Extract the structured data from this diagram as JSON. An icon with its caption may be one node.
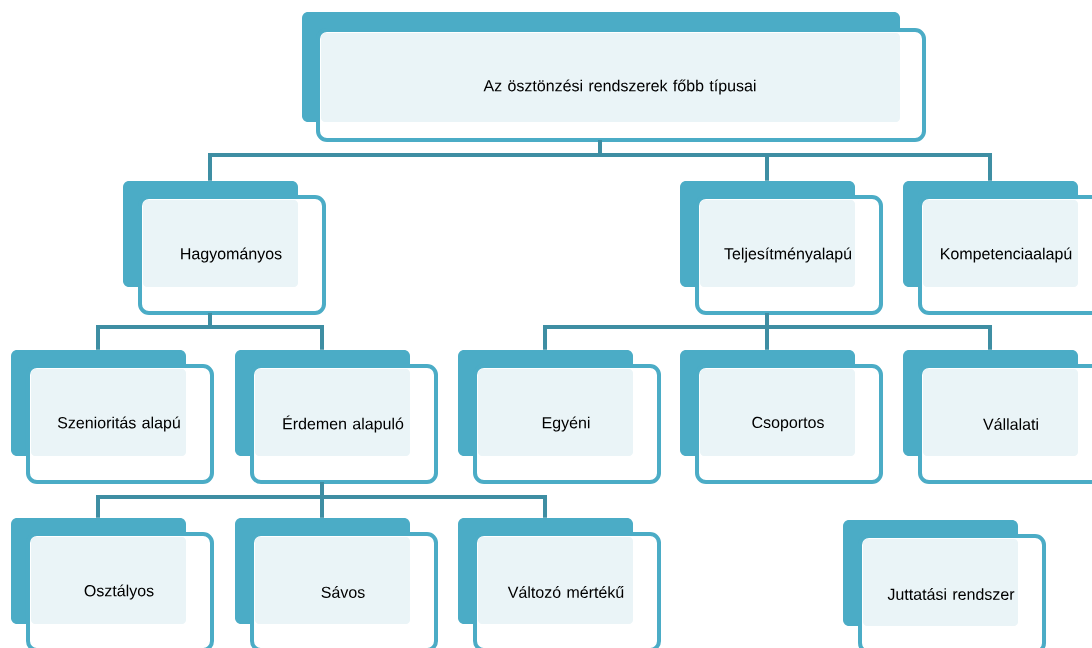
{
  "diagram": {
    "nodes": [
      {
        "text": [
          "Az ösztönzési rendszerek főbb típusai"
        ]
      },
      {
        "text": [
          "Hagyományos"
        ]
      },
      {
        "text": [
          "Teljesítményalapú"
        ]
      },
      {
        "text": [
          "Kompetenciaalapú"
        ]
      },
      {
        "text": [
          "Szenioritás alapú"
        ]
      },
      {
        "text": [
          "Érdemen alapuló"
        ]
      },
      {
        "text": [
          "Egyéni"
        ]
      },
      {
        "text": [
          "Csoportos"
        ]
      },
      {
        "text": [
          "Vállalati"
        ]
      },
      {
        "text": [
          "Osztályos"
        ]
      },
      {
        "text": [
          "Sávos"
        ]
      },
      {
        "text": [
          "Változó mértékű"
        ]
      },
      {
        "text": [
          "Juttatási rendszer"
        ]
      }
    ],
    "edges": [
      {
        "from": 0,
        "to": 1,
        "arrow": "none"
      },
      {
        "from": 0,
        "to": 2,
        "arrow": "none"
      },
      {
        "from": 0,
        "to": 3,
        "arrow": "none"
      },
      {
        "from": 1,
        "to": 4,
        "arrow": "none"
      },
      {
        "from": 1,
        "to": 5,
        "arrow": "none"
      },
      {
        "from": 2,
        "to": 6,
        "arrow": "none"
      },
      {
        "from": 2,
        "to": 7,
        "arrow": "none"
      },
      {
        "from": 2,
        "to": 8,
        "arrow": "none"
      },
      {
        "from": 5,
        "to": 9,
        "arrow": "none"
      },
      {
        "from": 5,
        "to": 10,
        "arrow": "none"
      },
      {
        "from": 5,
        "to": 11,
        "arrow": "none"
      }
    ]
  }
}
